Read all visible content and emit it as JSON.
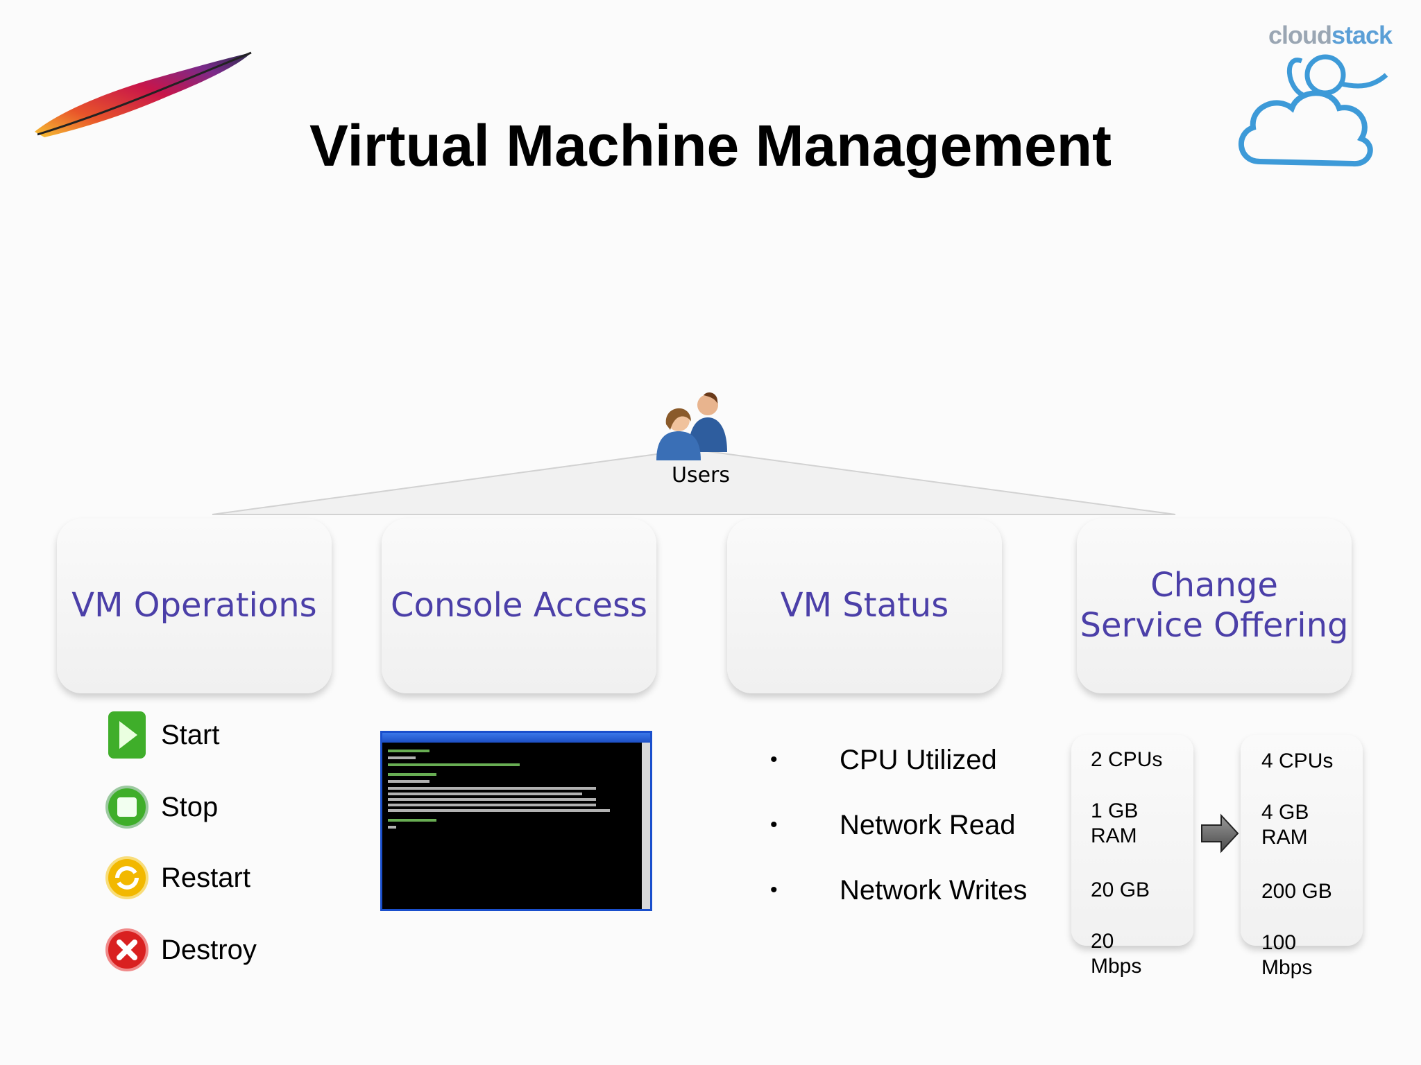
{
  "slide": {
    "title": "Virtual Machine Management",
    "brand": {
      "name_light": "cloud",
      "name_bold": "stack"
    }
  },
  "users": {
    "label": "Users"
  },
  "categories": [
    {
      "label": "VM Operations"
    },
    {
      "label": "Console Access"
    },
    {
      "label": "VM Status"
    },
    {
      "label": "Change\nService Offering"
    }
  ],
  "vm_operations": [
    {
      "label": "Start",
      "icon": "start-icon",
      "color": "#3fae2a"
    },
    {
      "label": "Stop",
      "icon": "stop-icon",
      "color": "#3fae2a"
    },
    {
      "label": "Restart",
      "icon": "restart-icon",
      "color": "#f2b800"
    },
    {
      "label": "Destroy",
      "icon": "destroy-icon",
      "color": "#d92020"
    }
  ],
  "vm_status": {
    "bullet": "•",
    "items": [
      "CPU Utilized",
      "Network Read",
      "Network Writes"
    ]
  },
  "service_offering": {
    "from": [
      "2 CPUs",
      "1 GB\nRAM",
      "20 GB",
      "20\nMbps"
    ],
    "to": [
      "4 CPUs",
      "4 GB\nRAM",
      "200 GB",
      "100\nMbps"
    ]
  },
  "colors": {
    "category_text": "#4b3fa8",
    "console_frame": "#1a4fcc"
  }
}
